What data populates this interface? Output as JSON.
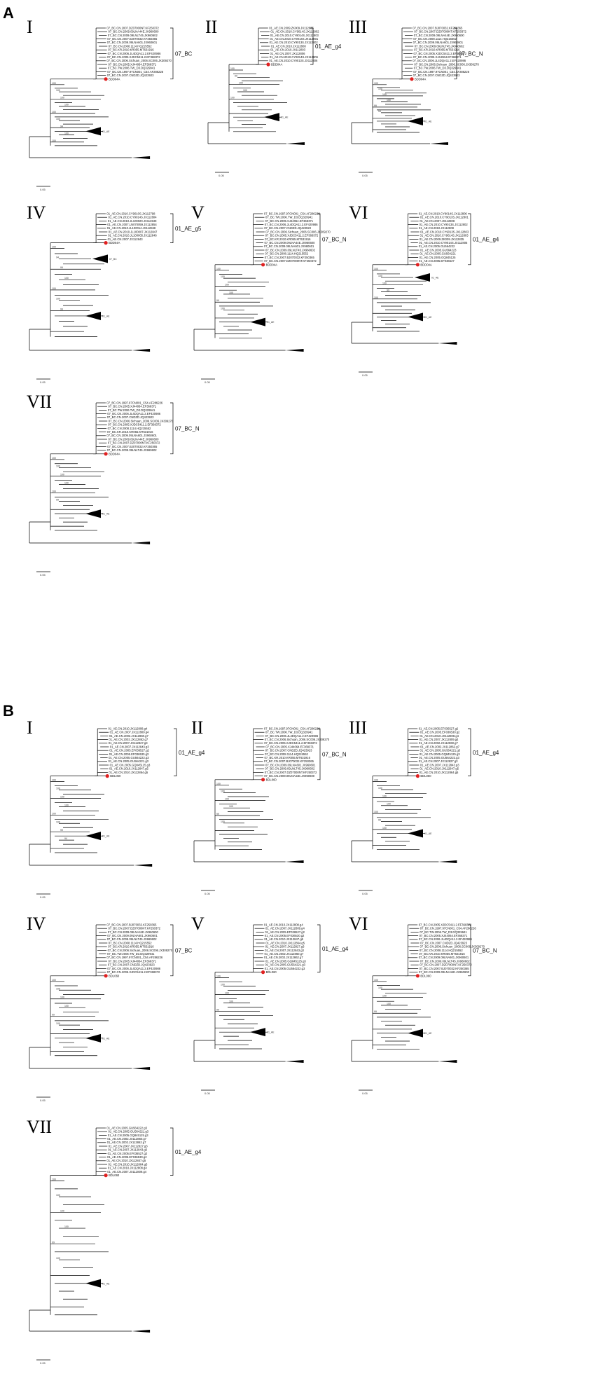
{
  "figure": {
    "section_a": "A",
    "section_b": "B",
    "accent_marker_color": "#e02020",
    "panels_a": [
      {
        "roman": "I",
        "clade_label": "07_BC",
        "query": "BDD04A",
        "leaves": [
          "07_BC.CN.2007.DZ07000NT.KF250372",
          "07_BC.CN.2009.09LNA44E.JX960600",
          "07_BC.CN.2009.09LNLT45.JX960602",
          "07_BC.CN.2007.BJ070032.KF250365",
          "07_BC.CN.2009.09LNA601.JX960601",
          "07_BC.CN.2008.1114.HQ215552",
          "07_BC.KR.2010.KR055.MT631916",
          "07_BC.CN.2006.JL4DQA11.2.EF420986",
          "07_BC.CN.2005.XJDC5411.2.EF368372",
          "07_BC.CN.2006.Sichuan_2006.SC006.JX309270",
          "07_BC.CN.2005.XJ44064.EF368371",
          "07_BC.TW.2006.TW_D3.DQ329941",
          "07_BC.CN.1997.97CN001_C54.AF286226",
          "07_BC.CN.2007.CNDZD.JQ423923"
        ],
        "bootstraps": [
          "100",
          "100",
          "100",
          "100",
          "100",
          "100",
          "94",
          "100",
          "100"
        ],
        "scale": "0.05",
        "collapsed": [
          "01_AE"
        ]
      },
      {
        "roman": "II",
        "clade_label": "01_AE_g4",
        "query": "BDD04A",
        "leaves": [
          "01_AE.CN.2009.ZK009.JX112835",
          "01_AE.CN.2010.CY9014S.JX112802",
          "01_AE.CN.2010.CY9014S.JX112803",
          "01_AE.CN.2010.CY9014S.JX112801",
          "01_AE.CN.2010.CY9013S.JX112802",
          "01_AE.CN.2010.JX112808",
          "01_AE.CN.2010.JX112803",
          "01_AE.CN.2007.JX112806",
          "01_AE.CN.2010.CY9014S.JX112806",
          "01_AE.CN.2010.CY9013S.JX112806"
        ],
        "bootstraps": [
          "100",
          "99",
          "100",
          "100",
          "100"
        ],
        "scale": "0.05",
        "collapsed": [
          "01_AE"
        ]
      },
      {
        "roman": "III",
        "clade_label": "07_BC_N",
        "query": "BDD04A",
        "leaves": [
          "07_BC.CN.2007.BJ070032.KF250365",
          "07_BC.CN.2007.DZ07000NT.KF250372",
          "07_BC.CN.2009.09LNA44E.JX960600",
          "07_BC.CN.2008.1114.HQ215552",
          "07_BC.CN.2009.09LNA601.JX960601",
          "07_BC.CN.2009.09LNLT45.JX960602",
          "07_BC.KR.2010.KR055.MT631916",
          "07_BC.CN.2005.XJDC5411.2.EF368372",
          "07_BC.CN.2005.XJ44064.EF368371",
          "07_BC.CN.2006.JL4DQA11.2.EF420986",
          "07_BC.CN.2006.Sichuan_2006.SC006.JX309270",
          "07_BC.TW.2006.TW_D3.DQ329941",
          "07_BC.CN.1997.97CN001_C54.AF286226",
          "07_BC.CN.2007.CNDZD.JQ423923"
        ],
        "bootstraps": [
          "100",
          "100",
          "100",
          "100",
          "99",
          "94"
        ],
        "scale": "0.05",
        "collapsed": [
          "01_AE"
        ]
      },
      {
        "roman": "IV",
        "clade_label": "01_AE_g5",
        "query": "BDD04A",
        "leaves": [
          "01_AE.CN.2010.CY9010S.JX112798",
          "01_AE.CN.2010.CY9014S.JX112804",
          "01_AE.CN.2010.JL100020.JX112849",
          "01_AE.CN.2007.LN070059.JX112854",
          "01_AE.CN.2010.JL100014.JX112848",
          "01_AE.CN.2010.JL100007.JX112847",
          "01_AE.CN.2010.JL100005.JX112846",
          "01_AE.CN.2007.JX112843"
        ],
        "bootstraps": [
          "100",
          "94",
          "99",
          "100",
          "100",
          "100",
          "99"
        ],
        "scale": "0.05",
        "collapsed": [
          "01_AE",
          "07_BC"
        ]
      },
      {
        "roman": "V",
        "clade_label": "07_BC_N",
        "query": "BDD04A",
        "leaves": [
          "07_BC.CN.1997.97CN001_C54.AF286226",
          "07_BC.TW.2006.TW_D3.DQ329941",
          "07_BC.CN.2005.XJ44064.EF368371",
          "07_BC.CN.2006.JL4DQA11.2.EF420986",
          "07_BC.CN.2007.CNDZD.JQ423923",
          "07_BC.CN.2006.Sichuan_2006.SC006.JX309270",
          "07_BC.CN.2005.XJDC5411.2.EF368372",
          "07_BC.KR.2010.KR055.MT631916",
          "07_BC.CN.2009.09LNA44E.JX960600",
          "07_BC.CN.2009.09LNA601.JX960601",
          "07_BC.CN.2009.09LNLT45.JX960602",
          "07_BC.CN.2008.1114.HQ215552",
          "07_BC.CN.2007.BJ070032.KF250365",
          "07_BC.CN.2007.DZ07000NT.KF250372"
        ],
        "bootstraps": [
          "100",
          "100",
          "100",
          "100",
          "99",
          "100"
        ],
        "scale": "0.05",
        "collapsed": [
          "01_AE"
        ]
      },
      {
        "roman": "VI",
        "clade_label": "01_AE_g4",
        "query": "BDD04A",
        "leaves": [
          "01_AE.CN.2010.CY9014S.JX112806",
          "01_AE.CN.2010.CY9013S.JX112801",
          "01_AE.CN.2007.JX112808",
          "01_AE.CN.2010.CY9013S.JX112802",
          "01_AE.CN.2010.JX112808",
          "01_AE.CN.2010.CY9013S.JX112803",
          "01_AE.CN.2010.CY9014S.JX112803",
          "01_AE.CN.2009.ZK009.JX112835",
          "01_AE.CN.2010.CY9014S.JX112805",
          "01_AE.CN.2005.GU564222",
          "01_AE.CN.2005.GU564223",
          "01_AE.CN.2005.GU564221",
          "01_AE.CN.2005.GQ845125",
          "01_AE.CN.2005.EF036527"
        ],
        "bootstraps": [
          "100",
          "100",
          "100",
          "99",
          "100"
        ],
        "scale": "0.05",
        "collapsed": [
          "01_AE",
          "01_AE"
        ]
      },
      {
        "roman": "VII",
        "clade_label": "07_BC_N",
        "query": "BDD04A",
        "leaves": [
          "07_BC.CN.1997.97CN001_C54.AF286226",
          "07_BC.CN.2005.XJ44064.EF368371",
          "07_BC.TW.2006.TW_D3.DQ329941",
          "07_BC.CN.2006.JL4DQA11.2.EF420986",
          "07_BC.CN.2007.CNDZD.JQ423923",
          "07_BC.CN.2006.Sichuan_2006.SC006.JX309270",
          "07_BC.CN.2005.XJDC5411.2.EF368372",
          "07_BC.CN.2008.1114.HQ215552",
          "07_BC.KR.2010.KR055.MT631916",
          "07_BC.CN.2009.09LNA601.JX960601",
          "07_BC.CN.2009.09LNA44E.JX960600",
          "07_BC.CN.2007.DZ07000NT.KF250372",
          "07_BC.CN.2007.BJ070032.KF250365",
          "07_BC.CN.2009.09LNLT45.JX960602"
        ],
        "bootstraps": [
          "100",
          "100",
          "100",
          "100",
          "100",
          "99"
        ],
        "scale": "0.05",
        "collapsed": [
          "01_AE"
        ]
      }
    ],
    "panels_b": [
      {
        "roman": "I",
        "clade_label": "01_AE_g4",
        "query": "BDL060",
        "leaves": [
          "01_AE.CN.2010.JX112808.g4",
          "01_AE.CN.2007.JX112809.g4",
          "01_AE.CN.2002.JX112860.g7",
          "01_AE.CN.2002.JX112862.g7",
          "01_AE.CN.2007.JX112827.g3",
          "01_AE.CN.2007.JX112843.g3",
          "01_AE.CN.2005.EF036527.g2",
          "01_AE.CN.2005.EF036530.g3",
          "01_AE.CN.2005.GU564222.g3",
          "01_AE.CN.2005.GU564221.g3",
          "01_AE.CN.2005.GQ845125.g3",
          "01_AE.CN.2010.JX112847.g5",
          "01_AE.CN.2010.JX112864.g5"
        ],
        "bootstraps": [
          "100",
          "100",
          "100",
          "100",
          "100",
          "100",
          "99",
          "94"
        ],
        "scale": "0.05",
        "collapsed": [
          "01_AE"
        ]
      },
      {
        "roman": "II",
        "clade_label": "07_BC_N",
        "query": "BDL060",
        "leaves": [
          "07_BC.CN.1997.97CN001_C54.AF286226",
          "07_BC.TW.2006.TW_D3.DQ329941",
          "07_BC.CN.2006.JL4DQA11.2.EF420986",
          "07_BC.CN.2006.Sichuan_2006.SC006.JX309270",
          "07_BC.CN.2005.XJDC5411.2.EF368372",
          "07_BC.CN.2005.XJ44064.EF368371",
          "07_BC.CN.2007.CNDZD.JQ423923",
          "07_BC.CN.2008.1114.HQ215552",
          "07_BC.KR.2010.KR055.MT631916",
          "07_BC.CN.2007.BJ070032.KF250365",
          "07_BC.CN.2009.09LNA601.JX960601",
          "07_BC.CN.2009.09LNLT45.JX960602",
          "07_BC.CN.2007.DZ07000NT.KF250372",
          "07_BC.CN.2009.09LNA44E.JX960600"
        ],
        "bootstraps": [
          "100",
          "100",
          "100",
          "100",
          "99",
          "100"
        ],
        "scale": "0.05",
        "collapsed": []
      },
      {
        "roman": "III",
        "clade_label": "01_AE_g4",
        "query": "BDL060",
        "leaves": [
          "01_AE.CN.2005.EF036527.g2",
          "01_AE.CN.2005.EF036530.g2",
          "01_AE.CN.2010.JX112808.g4",
          "01_AE.CN.2007.JX112809.g4",
          "01_AE.CN.2002.JX112860.g7",
          "01_AE.CN.2002.JX112862.g7",
          "01_AE.CN.2005.GU564221.g3",
          "01_AE.CN.2005.GQ845125.g3",
          "01_AE.CN.2005.GU564222.g3",
          "01_AE.CN.2007.JX112827.g3",
          "01_AE.CN.2007.JX112843.g3",
          "01_AE.CN.2010.JX112847.g5",
          "01_AE.CN.2010.JX112864.g5"
        ],
        "bootstraps": [
          "100",
          "100",
          "100",
          "100",
          "100",
          "99",
          "100"
        ],
        "scale": "0.05",
        "collapsed": [
          "01_AE"
        ]
      },
      {
        "roman": "IV",
        "clade_label": "07_BC",
        "query": "BDL060",
        "leaves": [
          "07_BC.CN.2007.BJ070032.KF250365",
          "07_BC.CN.2007.DZ07000NT.KF250372",
          "07_BC.CN.2009.09LNA44E.JX960600",
          "07_BC.CN.2009.09LNA601.JX960601",
          "07_BC.CN.2009.09LNLT45.JX960602",
          "07_BC.CN.2008.1114.HQ215552",
          "07_BC.KR.2010.KR055.MT631916",
          "07_BC.CN.2006.Sichuan_2006.SC006.JX309270",
          "07_BC.TW.2006.TW_D3.DQ329941",
          "07_BC.CN.1997.97CN001_C54.AF286226",
          "07_BC.CN.2005.XJ44064.EF368371",
          "07_BC.CN.2007.CNDZD.JQ423923",
          "07_BC.CN.2006.JL4DQA11.2.EF420986",
          "07_BC.CN.2005.XJDC5411.2.EF368372"
        ],
        "bootstraps": [
          "100",
          "100",
          "100",
          "100",
          "99",
          "100"
        ],
        "scale": "0.05",
        "collapsed": [
          "01_AE"
        ]
      },
      {
        "roman": "V",
        "clade_label": "01_AE_g4",
        "query": "BDL060",
        "leaves": [
          "01_AE.CN.2010.JX112808.g4",
          "01_AE.CN.2007.JX112809.g4",
          "01_AE.CN.2005.EF036527.g2",
          "01_AE.CN.2005.EF036530.g2",
          "01_AE.CN.2010.JX112847.g5",
          "01_AE.CN.2010.JX112864.g5",
          "01_AE.CN.2007.JX112827.g3",
          "01_AE.CN.2007.JX112843.g3",
          "01_AE.CN.2002.JX112860.g7",
          "01_AE.CN.2002.JX112862.g7",
          "01_AE.CN.2005.GQ845125.g3",
          "01_AE.CN.2005.GU564221.g3",
          "01_AE.CN.2005.GU564222.g3"
        ],
        "bootstraps": [
          "100",
          "100",
          "100",
          "100",
          "99"
        ],
        "scale": "0.05",
        "collapsed": [
          "01_AE"
        ]
      },
      {
        "roman": "VI",
        "clade_label": "07_BC_N",
        "query": "BDL060",
        "leaves": [
          "07_BC.CN.2005.XJDC5411.2.EF368372",
          "07_BC.CN.1997.97CN001_C54.AF286226",
          "07_BC.TW.2006.TW_D3.DQ329941",
          "07_BC.CN.2005.XJ44064.EF368371",
          "07_BC.CN.2006.JL4DQA11.2.EF420986",
          "07_BC.CN.2007.CNDZD.JQ423923",
          "07_BC.CN.2006.Sichuan_2006.SC006.JX309270",
          "07_BC.CN.2008.1114.HQ215552",
          "07_BC.KR.2010.KR055.MT631916",
          "07_BC.CN.2009.09LNA601.JX960601",
          "07_BC.CN.2009.09LNLT45.JX960602",
          "07_BC.CN.2007.DZ07000NT.KF250372",
          "07_BC.CN.2007.BJ070032.KF250365",
          "07_BC.CN.2009.09LNA44E.JX960600"
        ],
        "bootstraps": [
          "100",
          "100",
          "100",
          "100",
          "99"
        ],
        "scale": "0.05",
        "collapsed": [
          "01_AE"
        ]
      },
      {
        "roman": "VII",
        "clade_label": "01_AE_g4",
        "query": "BDL060",
        "leaves": [
          "01_AE.CN.2005.GU564222.g3",
          "01_AE.CN.2005.GU564221.g3",
          "01_AE.CN.2005.GQ845125.g3",
          "01_AE.CN.2002.JX112860.g7",
          "01_AE.CN.2002.JX112862.g7",
          "01_AE.CN.2007.JX112827.g3",
          "01_AE.CN.2007.JX112843.g3",
          "01_AE.CN.2005.EF036527.g2",
          "01_AE.CN.2005.EF036530.g2",
          "01_AE.CN.2010.JX112847.g5",
          "01_AE.CN.2010.JX112864.g5",
          "01_AE.CN.2010.JX112808.g4",
          "01_AE.CN.2007.JX112809.g4"
        ],
        "bootstraps": [
          "100",
          "100",
          "100",
          "100",
          "99",
          "100"
        ],
        "scale": "0.05",
        "collapsed": [
          "01_AE"
        ]
      }
    ]
  }
}
